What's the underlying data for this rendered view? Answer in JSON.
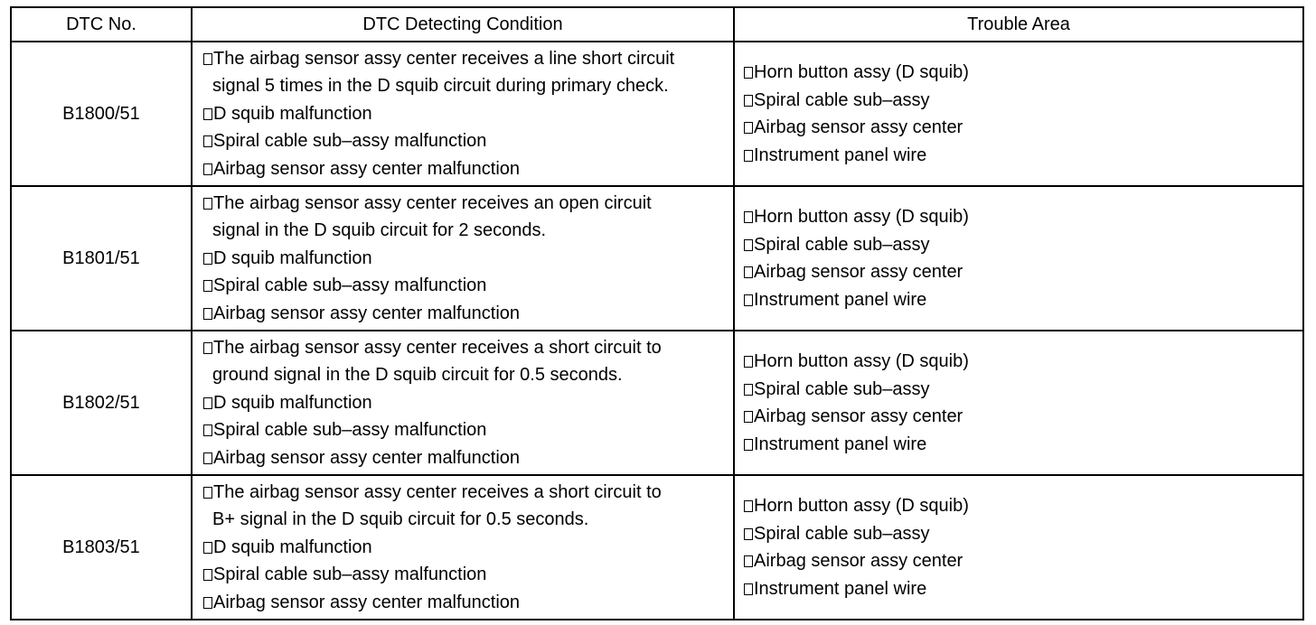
{
  "table": {
    "headers": {
      "dtc_no": "DTC No.",
      "condition": "DTC Detecting Condition",
      "trouble_area": "Trouble Area"
    },
    "rows": [
      {
        "dtc": "B1800/51",
        "conditions": [
          {
            "first": "The airbag sensor assy center receives a line short circuit",
            "cont": "signal 5 times in the D squib circuit during primary check."
          },
          {
            "first": "D squib malfunction"
          },
          {
            "first": "Spiral cable sub–assy malfunction"
          },
          {
            "first": "Airbag sensor assy center malfunction"
          }
        ],
        "areas": [
          "Horn button assy (D squib)",
          "Spiral cable sub–assy",
          "Airbag sensor assy center",
          "Instrument panel wire"
        ]
      },
      {
        "dtc": "B1801/51",
        "conditions": [
          {
            "first": "The airbag sensor assy center receives an open circuit",
            "cont": "signal in the D squib circuit for 2 seconds."
          },
          {
            "first": "D squib malfunction"
          },
          {
            "first": "Spiral cable sub–assy malfunction"
          },
          {
            "first": "Airbag sensor assy center malfunction"
          }
        ],
        "areas": [
          "Horn button assy (D squib)",
          "Spiral cable sub–assy",
          "Airbag sensor assy center",
          "Instrument panel wire"
        ]
      },
      {
        "dtc": "B1802/51",
        "conditions": [
          {
            "first": "The airbag sensor assy center receives a short circuit to",
            "cont": "ground signal in the D squib circuit for 0.5 seconds."
          },
          {
            "first": "D squib malfunction"
          },
          {
            "first": "Spiral cable sub–assy malfunction"
          },
          {
            "first": "Airbag sensor assy center malfunction"
          }
        ],
        "areas": [
          "Horn button assy (D squib)",
          "Spiral cable sub–assy",
          "Airbag sensor assy center",
          "Instrument panel wire"
        ]
      },
      {
        "dtc": "B1803/51",
        "conditions": [
          {
            "first": "The airbag sensor assy center receives a short circuit to",
            "cont": "B+ signal in the D squib circuit for 0.5 seconds."
          },
          {
            "first": "D squib malfunction"
          },
          {
            "first": "Spiral cable sub–assy malfunction"
          },
          {
            "first": "Airbag sensor assy center malfunction"
          }
        ],
        "areas": [
          "Horn button assy (D squib)",
          "Spiral cable sub–assy",
          "Airbag sensor assy center",
          "Instrument panel wire"
        ]
      }
    ]
  }
}
